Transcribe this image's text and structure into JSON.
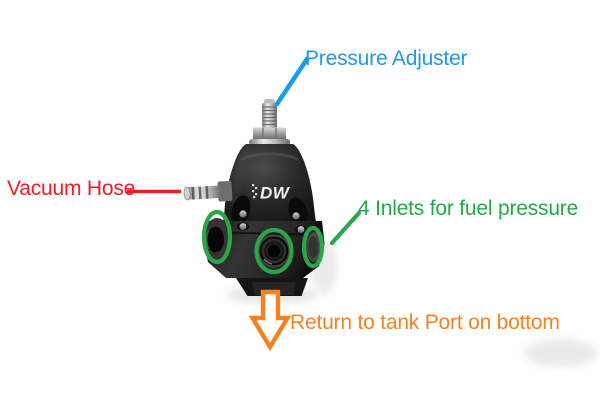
{
  "product": {
    "brand_logo": "DW"
  },
  "annotations": {
    "pressure_adjuster": {
      "label": "Pressure Adjuster",
      "color": "#1b9be8"
    },
    "vacuum_hose": {
      "label": "Vacuum Hose",
      "color": "#ee1c23"
    },
    "inlets": {
      "label": "4 Inlets for fuel pressure",
      "color": "#2aa64a"
    },
    "return_port": {
      "label": "Return to tank Port on bottom",
      "color": "#f6821f"
    }
  },
  "colors": {
    "background": "#ffffff",
    "product_body": "#1a1a1a"
  }
}
